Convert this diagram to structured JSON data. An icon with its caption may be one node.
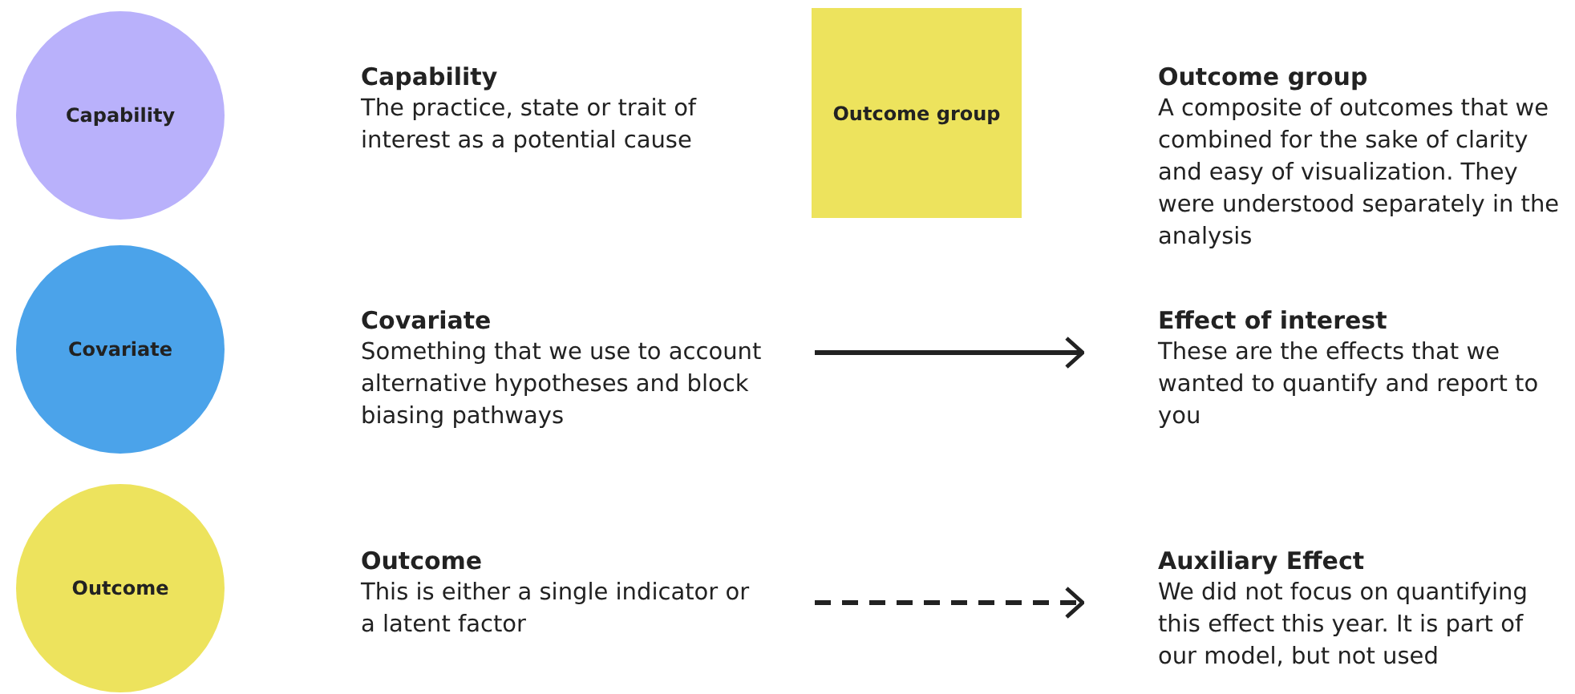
{
  "diagram": {
    "nodes": [
      {
        "text": [
          "Capability"
        ],
        "beside": [
          "Capability",
          "The practice, state or trait of interest as a potential cause"
        ]
      },
      {
        "text": [
          "Covariate"
        ],
        "beside": [
          "Covariate",
          "Something that we use to account alternative hypotheses and block biasing pathways"
        ]
      },
      {
        "text": [
          "Outcome"
        ],
        "beside": [
          "Outcome",
          "This is either a single indicator or a latent factor"
        ]
      },
      {
        "text": [
          "Outcome group"
        ],
        "beside": [
          "Outcome group",
          "A composite of outcomes that we combined for the sake of clarity and easy of visualization. They were understood separately in the analysis"
        ]
      }
    ],
    "labels": [
      "These are the effects that we wanted to quantify and report to you",
      "We did not focus on quantifying this effect this year. It is part of our model, but not used"
    ],
    "legend": [
      {
        "text": "Effect of interest"
      },
      {
        "text": "Auxiliary Effect"
      }
    ]
  }
}
